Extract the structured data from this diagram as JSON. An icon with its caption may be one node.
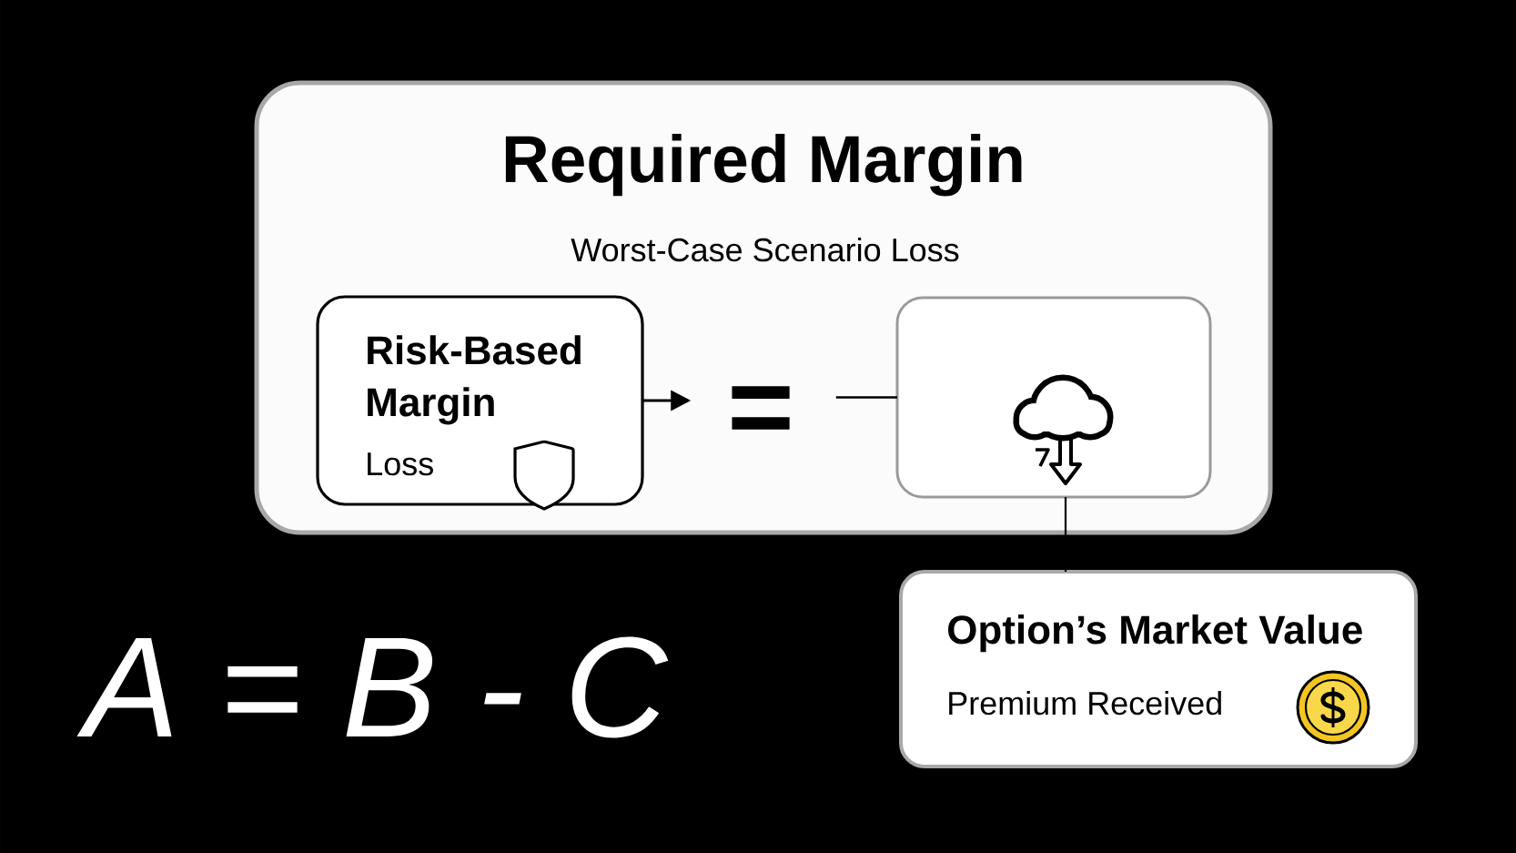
{
  "diagram": {
    "nodes": [
      {
        "text": [
          "Required Margin",
          "Worst-Case Scenario Loss"
        ]
      },
      {
        "text": [
          "Risk-Based Margin",
          "Loss"
        ],
        "in": 0
      },
      {
        "text": [
          "="
        ],
        "in": 0
      },
      {
        "text": [],
        "shape": "box",
        "in": 0
      },
      {
        "text": [
          "Option’s Market Value",
          "Premium Received"
        ]
      }
    ],
    "edges": [
      {
        "from": 1,
        "to": 2,
        "arrow": "to"
      },
      {
        "from": 2,
        "to": 3,
        "arrow": "none"
      },
      {
        "from": 3,
        "to": 4,
        "arrow": "none"
      }
    ],
    "labels": [
      "A = B - C"
    ]
  }
}
